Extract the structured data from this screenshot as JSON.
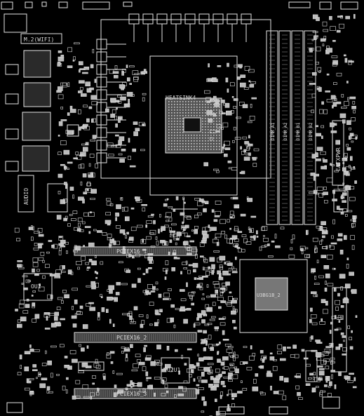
{
  "board": {
    "background": "#000000",
    "line_color": "#e6e6e6",
    "labels": {
      "m2_wifi": "M.2(WIFI)",
      "audio": "AUDIO",
      "heatsink": "HEATSINK4",
      "eatxpwr": "EATXPWR",
      "pciex16_1": "PCIEX16_1",
      "pciex16_2": "PCIEX16_2",
      "pciex16_3": "PCIEX16_3",
      "ou1": "OU1",
      "o2u1": "O2U1",
      "chipset": "U3BG1B_2",
      "dimm_a1": "DIMM_A1",
      "dimm_a2": "DIMM_A2",
      "dimm_b1": "DIMM_B1",
      "dimm_b2": "DIMM_B2"
    }
  }
}
